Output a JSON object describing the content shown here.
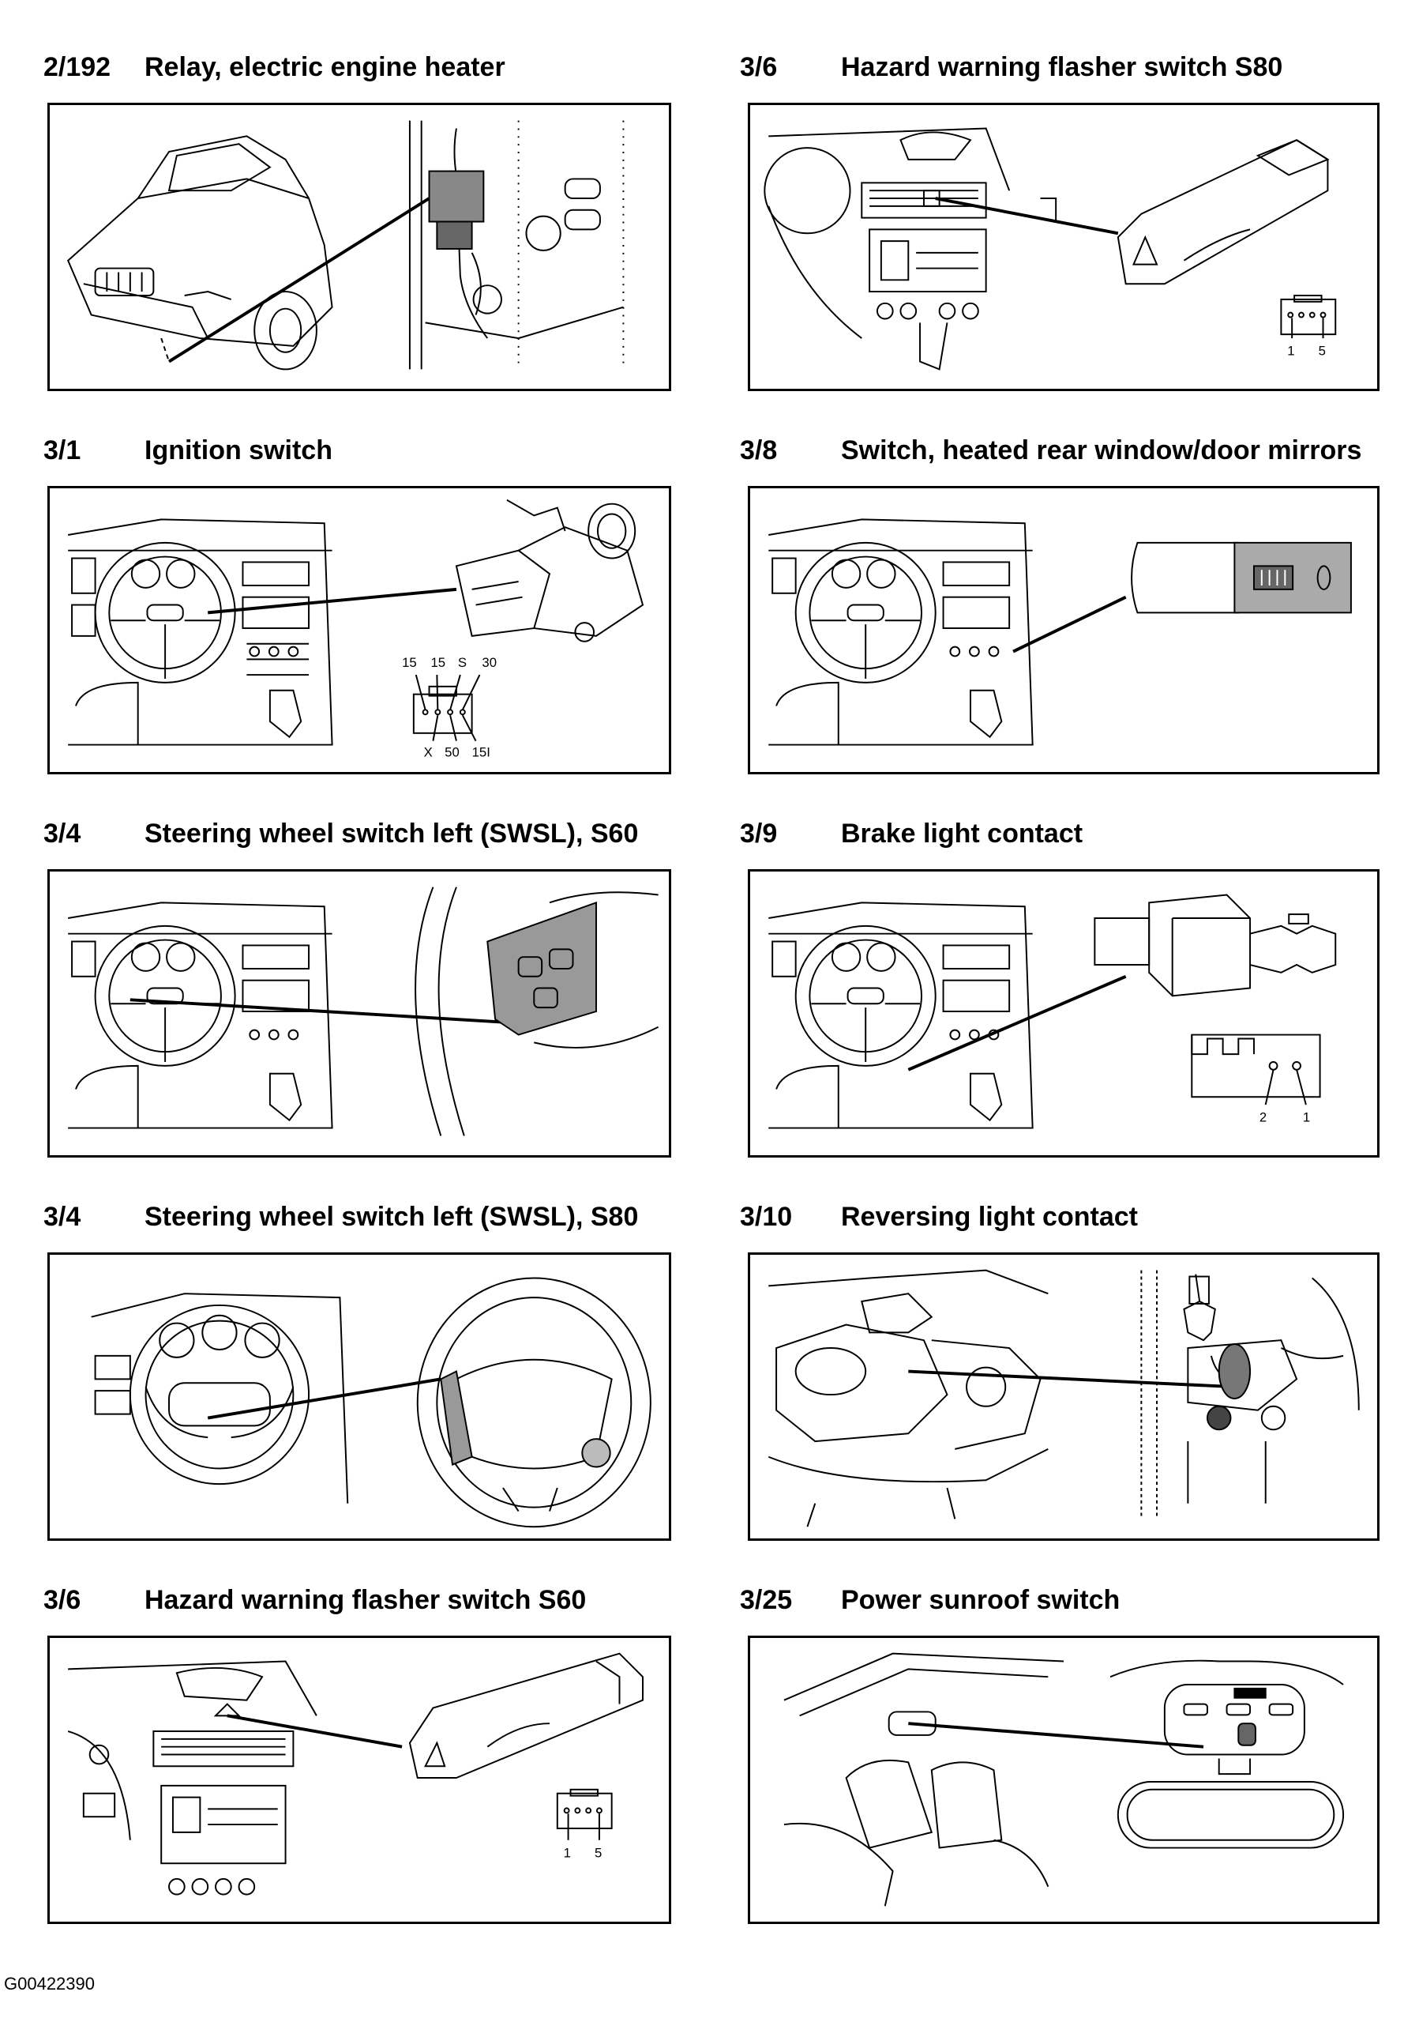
{
  "panels": [
    {
      "code": "2/192",
      "title": "Relay, electric engine heater"
    },
    {
      "code": "3/6",
      "title": "Hazard warning flasher switch S80",
      "pins": [
        "1",
        "5"
      ]
    },
    {
      "code": "3/1",
      "title": "Ignition switch",
      "pins_top": [
        "15",
        "15",
        "S",
        "30"
      ],
      "pins_bottom": [
        "X",
        "50",
        "15I"
      ]
    },
    {
      "code": "3/8",
      "title": "Switch, heated rear window/door mirrors"
    },
    {
      "code": "3/4",
      "title": "Steering wheel switch left (SWSL), S60"
    },
    {
      "code": "3/9",
      "title": "Brake light contact",
      "pins": [
        "2",
        "1"
      ]
    },
    {
      "code": "3/4",
      "title": "Steering wheel switch left (SWSL), S80"
    },
    {
      "code": "3/10",
      "title": "Reversing light contact"
    },
    {
      "code": "3/6",
      "title": "Hazard warning flasher switch S60",
      "pins": [
        "1",
        "5"
      ]
    },
    {
      "code": "3/25",
      "title": "Power sunroof switch"
    }
  ],
  "footer": {
    "code": "G00422390"
  }
}
